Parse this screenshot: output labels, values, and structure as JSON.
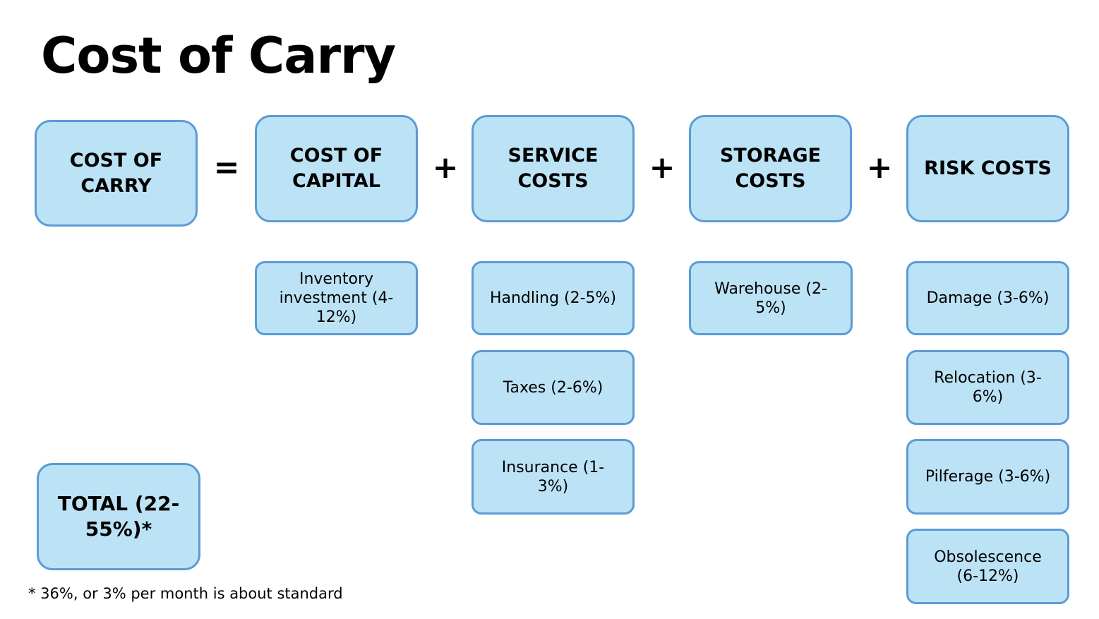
{
  "title": "Cost of Carry",
  "equation": {
    "lhs": "COST OF CARRY",
    "equals": "=",
    "plus": "+",
    "terms": [
      {
        "label": "COST OF CAPITAL",
        "items": [
          "Inventory investment (4-12%)"
        ]
      },
      {
        "label": "SERVICE COSTS",
        "items": [
          "Handling (2-5%)",
          "Taxes (2-6%)",
          "Insurance (1-3%)"
        ]
      },
      {
        "label": "STORAGE COSTS",
        "items": [
          "Warehouse (2-5%)"
        ]
      },
      {
        "label": "RISK COSTS",
        "items": [
          "Damage (3-6%)",
          "Relocation (3-6%)",
          "Pilferage (3-6%)",
          "Obsolescence (6-12%)"
        ]
      }
    ]
  },
  "total": "TOTAL (22-55%)*",
  "footnote": "* 36%, or 3% per month is about standard",
  "colors": {
    "box_fill": "#bce3f5",
    "box_border": "#5b9bd5",
    "text": "#000000"
  }
}
